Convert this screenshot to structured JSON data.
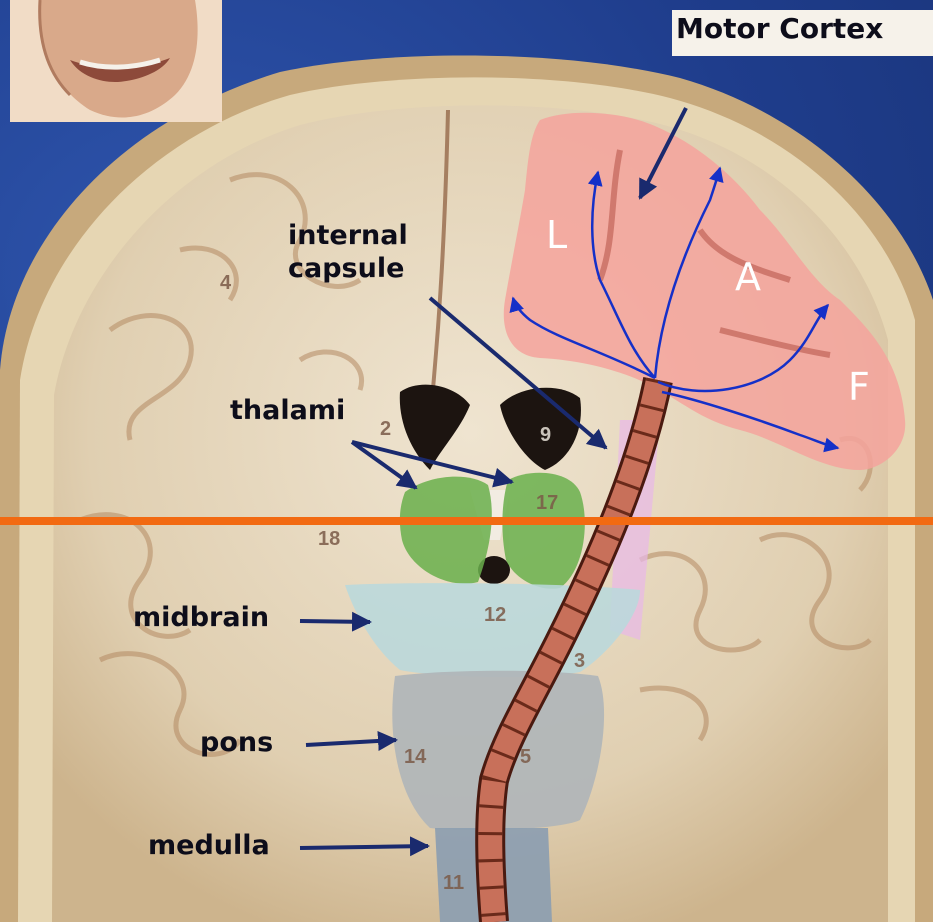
{
  "labels": {
    "title": "Motor Cortex",
    "internal_capsule": "internal\ncapsule",
    "thalami": "thalami",
    "midbrain": "midbrain",
    "pons": "pons",
    "medulla": "medulla"
  },
  "lobes": {
    "l": "L",
    "a": "A",
    "f": "F"
  },
  "section_numbers": [
    "4",
    "2",
    "9",
    "17",
    "18",
    "12",
    "3",
    "14",
    "5",
    "11"
  ],
  "colors": {
    "slide_background": "#23449a",
    "cut_line": "#f26a12",
    "arrows": "#1a2a6e",
    "motor_cortex_overlay": "#f4a39c",
    "thalami_overlay": "#6ab04c",
    "midbrain_overlay": "#b9d8dc",
    "pons_overlay": "#b0b5b8",
    "medulla_overlay": "#8e9fb0",
    "tract": "#c8705a"
  }
}
